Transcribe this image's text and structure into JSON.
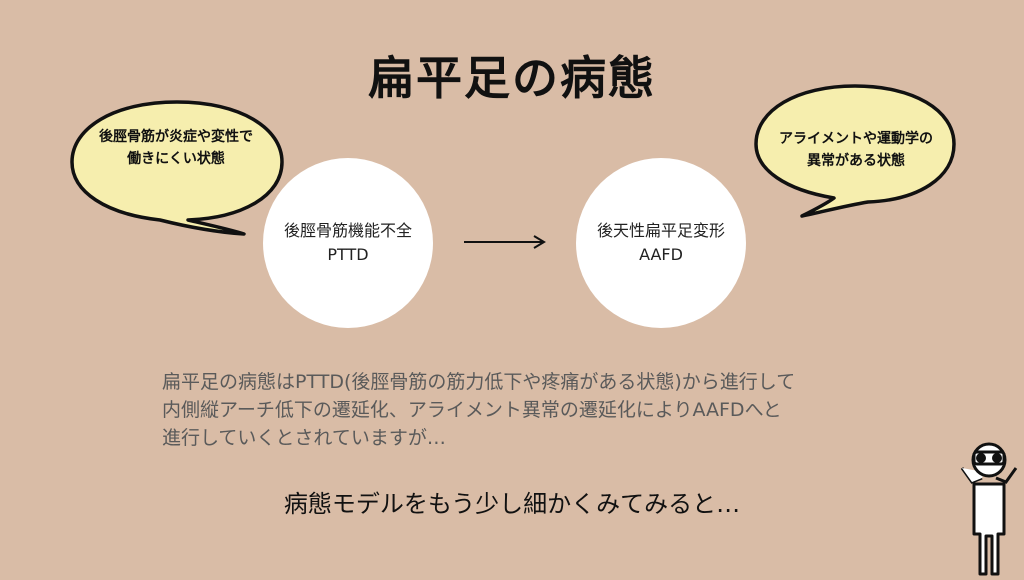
{
  "title": "扁平足の病態",
  "bubbles": {
    "left": {
      "line1": "後脛骨筋が炎症や変性で",
      "line2": "働きにくい状態"
    },
    "right": {
      "line1": "アライメントや運動学の",
      "line2": "異常がある状態"
    }
  },
  "stages": [
    {
      "name": "後脛骨筋機能不全",
      "abbr": "PTTD"
    },
    {
      "name": "後天性扁平足変形",
      "abbr": "AAFD"
    }
  ],
  "description": {
    "line1": "扁平足の病態はPTTD(後脛骨筋の筋力低下や疼痛がある状態)から進行して",
    "line2": "内側縦アーチ低下の遷延化、アライメント異常の遷延化によりAAFDへと",
    "line3": "進行していくとされていますが…"
  },
  "question": "病態モデルをもう少し細かくみてみると…",
  "icons": {
    "figure": "person-with-binoculars-icon",
    "arrow": "right-arrow-icon"
  },
  "colors": {
    "background": "#d9bca6",
    "bubble_fill": "#f6eeae",
    "circle_fill": "#ffffff"
  }
}
